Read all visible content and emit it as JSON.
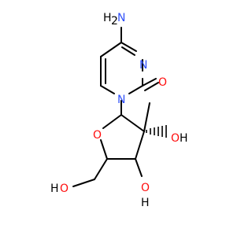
{
  "colors": {
    "bond": "#000000",
    "nitrogen": "#3050F8",
    "oxygen": "#FF0D0D",
    "background": "#FFFFFF"
  },
  "atoms": {
    "amine_h": "H",
    "amine_n": "N",
    "ring_n3": "N",
    "ring_n1": "N",
    "carbonyl_o": "O",
    "ring_o": "O",
    "oh_2_h": "H",
    "oh_2_o": "O",
    "oh_3_h": "H",
    "oh_3_o": "O",
    "oh_5_h": "H",
    "oh_5_o": "O"
  }
}
